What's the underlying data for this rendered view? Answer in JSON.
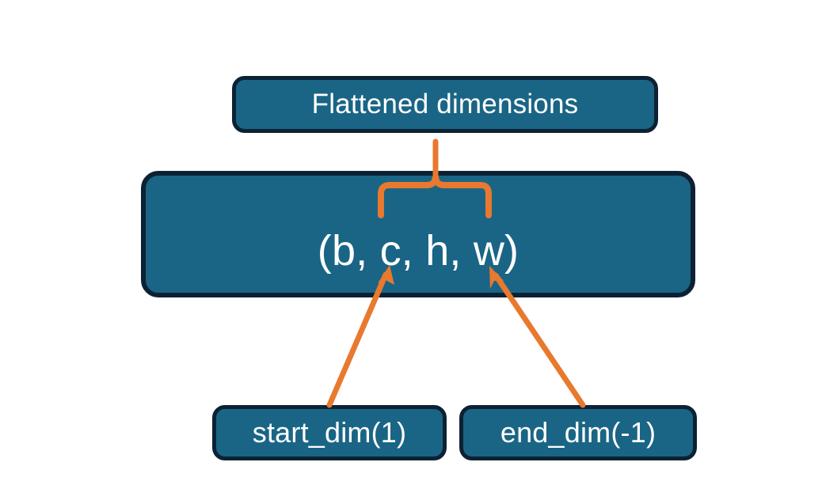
{
  "diagram": {
    "title_node": {
      "label": "Flattened dimensions",
      "name": "flattened-dimensions-box"
    },
    "shape_node": {
      "label": "(b, c, h, w)",
      "name": "tensor-shape-box",
      "dims": [
        "b",
        "c",
        "h",
        "w"
      ]
    },
    "argument_nodes": [
      {
        "label": "start_dim(1)",
        "name": "start-dim-box",
        "value": 1
      },
      {
        "label": "end_dim(-1)",
        "name": "end-dim-box",
        "value": -1
      }
    ],
    "annotations": {
      "brace": {
        "name": "flatten-range-brace",
        "covers": [
          "c",
          "h",
          "w"
        ]
      },
      "arrows": [
        {
          "name": "start-dim-arrow",
          "points_to": "c"
        },
        {
          "name": "end-dim-arrow",
          "points_to": "w"
        }
      ]
    },
    "colors": {
      "node_fill": "#1a6585",
      "node_border": "#0c2234",
      "node_text": "#ffffff",
      "accent": "#e8792e",
      "background": "#ffffff"
    }
  }
}
